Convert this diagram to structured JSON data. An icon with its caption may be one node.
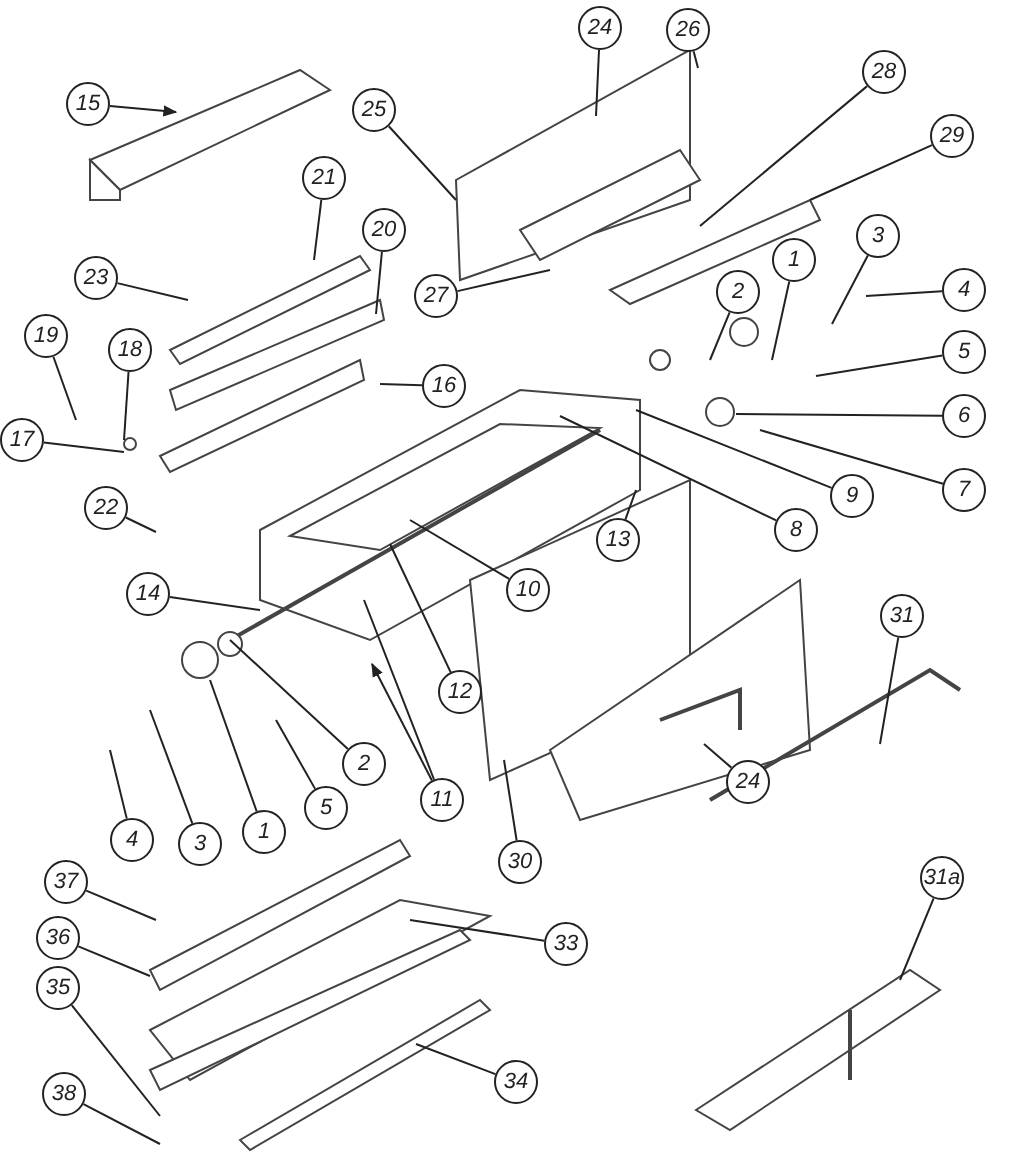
{
  "diagram": {
    "nodes": [
      {
        "text": [
          "15"
        ]
      },
      {
        "text": [
          "24"
        ]
      },
      {
        "text": [
          "26"
        ]
      },
      {
        "text": [
          "28"
        ]
      },
      {
        "text": [
          "25"
        ]
      },
      {
        "text": [
          "29"
        ]
      },
      {
        "text": [
          "21"
        ]
      },
      {
        "text": [
          "20"
        ]
      },
      {
        "text": [
          "1"
        ]
      },
      {
        "text": [
          "3"
        ]
      },
      {
        "text": [
          "23"
        ]
      },
      {
        "text": [
          "4"
        ]
      },
      {
        "text": [
          "2"
        ]
      },
      {
        "text": [
          "27"
        ]
      },
      {
        "text": [
          "19"
        ]
      },
      {
        "text": [
          "18"
        ]
      },
      {
        "text": [
          "5"
        ]
      },
      {
        "text": [
          "16"
        ]
      },
      {
        "text": [
          "6"
        ]
      },
      {
        "text": [
          "17"
        ]
      },
      {
        "text": [
          "7"
        ]
      },
      {
        "text": [
          "9"
        ]
      },
      {
        "text": [
          "22"
        ]
      },
      {
        "text": [
          "8"
        ]
      },
      {
        "text": [
          "13"
        ]
      },
      {
        "text": [
          "10"
        ]
      },
      {
        "text": [
          "14"
        ]
      },
      {
        "text": [
          "31"
        ]
      },
      {
        "text": [
          "12"
        ]
      },
      {
        "text": [
          "2"
        ]
      },
      {
        "text": [
          "24"
        ]
      },
      {
        "text": [
          "11"
        ]
      },
      {
        "text": [
          "5"
        ]
      },
      {
        "text": [
          "1"
        ]
      },
      {
        "text": [
          "4"
        ]
      },
      {
        "text": [
          "3"
        ]
      },
      {
        "text": [
          "30"
        ]
      },
      {
        "text": [
          "31а"
        ]
      },
      {
        "text": [
          "37"
        ]
      },
      {
        "text": [
          "36"
        ]
      },
      {
        "text": [
          "33"
        ]
      },
      {
        "text": [
          "35"
        ]
      },
      {
        "text": [
          "34"
        ]
      },
      {
        "text": [
          "38"
        ]
      }
    ],
    "edges": [
      {
        "from": 0,
        "to": null,
        "arrow": "to"
      },
      {
        "from": 1,
        "to": null,
        "arrow": "none"
      },
      {
        "from": 2,
        "to": null,
        "arrow": "none"
      },
      {
        "from": 3,
        "to": null,
        "arrow": "none"
      },
      {
        "from": 4,
        "to": null,
        "arrow": "none"
      },
      {
        "from": 5,
        "to": null,
        "arrow": "none"
      },
      {
        "from": 6,
        "to": null,
        "arrow": "none"
      },
      {
        "from": 7,
        "to": null,
        "arrow": "none"
      },
      {
        "from": 8,
        "to": null,
        "arrow": "none"
      },
      {
        "from": 9,
        "to": null,
        "arrow": "none"
      },
      {
        "from": 10,
        "to": null,
        "arrow": "none"
      },
      {
        "from": 11,
        "to": null,
        "arrow": "none"
      },
      {
        "from": 12,
        "to": null,
        "arrow": "none"
      },
      {
        "from": 13,
        "to": null,
        "arrow": "none"
      },
      {
        "from": 14,
        "to": null,
        "arrow": "none"
      },
      {
        "from": 15,
        "to": null,
        "arrow": "none"
      },
      {
        "from": 16,
        "to": null,
        "arrow": "none"
      },
      {
        "from": 17,
        "to": null,
        "arrow": "none"
      },
      {
        "from": 18,
        "to": null,
        "arrow": "none"
      },
      {
        "from": 19,
        "to": null,
        "arrow": "none"
      },
      {
        "from": 20,
        "to": null,
        "arrow": "none"
      },
      {
        "from": 21,
        "to": null,
        "arrow": "none"
      },
      {
        "from": 22,
        "to": null,
        "arrow": "none"
      },
      {
        "from": 23,
        "to": null,
        "arrow": "none"
      },
      {
        "from": 24,
        "to": null,
        "arrow": "none"
      },
      {
        "from": 25,
        "to": null,
        "arrow": "none"
      },
      {
        "from": 26,
        "to": null,
        "arrow": "none"
      },
      {
        "from": 27,
        "to": null,
        "arrow": "none"
      },
      {
        "from": 28,
        "to": null,
        "arrow": "none"
      },
      {
        "from": 29,
        "to": null,
        "arrow": "none"
      },
      {
        "from": 30,
        "to": null,
        "arrow": "none"
      },
      {
        "from": 31,
        "to": null,
        "arrow": "none"
      },
      {
        "from": 31,
        "to": null,
        "arrow": "to"
      },
      {
        "from": 32,
        "to": null,
        "arrow": "none"
      },
      {
        "from": 33,
        "to": null,
        "arrow": "none"
      },
      {
        "from": 34,
        "to": null,
        "arrow": "none"
      },
      {
        "from": 35,
        "to": null,
        "arrow": "none"
      },
      {
        "from": 36,
        "to": null,
        "arrow": "none"
      },
      {
        "from": 37,
        "to": null,
        "arrow": "none"
      },
      {
        "from": 38,
        "to": null,
        "arrow": "none"
      },
      {
        "from": 39,
        "to": null,
        "arrow": "none"
      },
      {
        "from": 40,
        "to": null,
        "arrow": "none"
      },
      {
        "from": 41,
        "to": null,
        "arrow": "none"
      },
      {
        "from": 42,
        "to": null,
        "arrow": "none"
      },
      {
        "from": 43,
        "to": null,
        "arrow": "none"
      }
    ]
  }
}
